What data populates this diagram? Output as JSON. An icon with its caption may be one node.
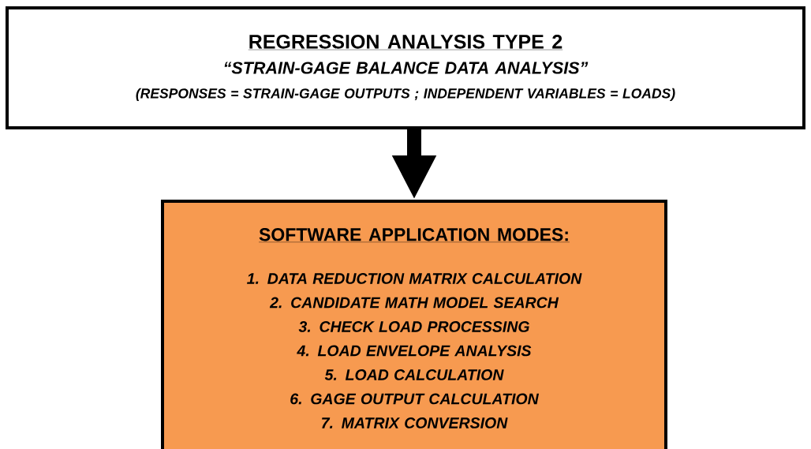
{
  "diagram": {
    "nodes": [
      {
        "text": [
          "REGRESSION ANALYSIS TYPE 2",
          "“STRAIN-GAGE BALANCE DATA ANALYSIS”",
          "(RESPONSES = STRAIN-GAGE OUTPUTS ; INDEPENDENT VARIABLES = LOADS)"
        ]
      },
      {
        "text": [
          "SOFTWARE APPLICATION MODES:",
          "1. DATA REDUCTION MATRIX CALCULATION",
          "2. CANDIDATE MATH MODEL SEARCH",
          "3. CHECK LOAD PROCESSING",
          "4. LOAD ENVELOPE ANALYSIS",
          "5. LOAD CALCULATION",
          "6. GAGE OUTPUT CALCULATION",
          "7. MATRIX CONVERSION"
        ]
      }
    ],
    "edges": [
      {
        "from": 0,
        "to": 1,
        "arrow": "to"
      }
    ]
  }
}
